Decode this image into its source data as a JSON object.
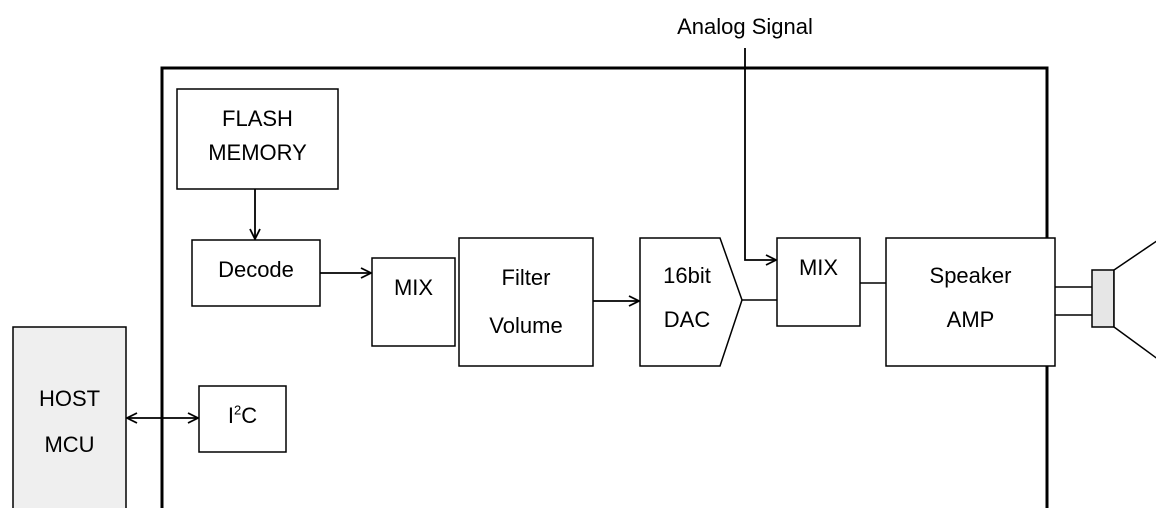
{
  "diagram": {
    "analog_signal": "Analog Signal",
    "flash": {
      "line1": "FLASH",
      "line2": "MEMORY"
    },
    "decode": "Decode",
    "mix1": "MIX",
    "filter": {
      "line1": "Filter",
      "line2": "Volume"
    },
    "dac": {
      "line1": "16bit",
      "line2": "DAC"
    },
    "mix2": "MIX",
    "amp": {
      "line1": "Speaker",
      "line2": "AMP"
    },
    "host": {
      "line1": "HOST",
      "line2": "MCU"
    },
    "i2c": {
      "base": "I",
      "sup": "2",
      "tail": "C"
    }
  }
}
